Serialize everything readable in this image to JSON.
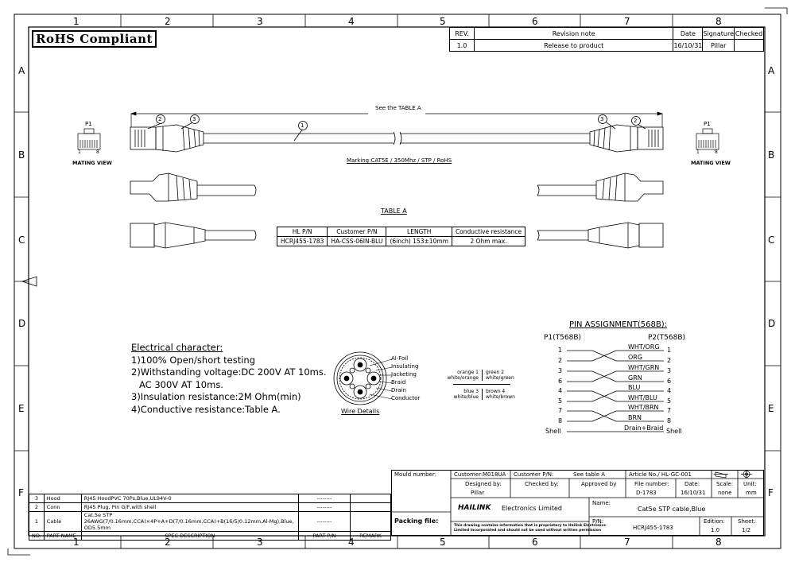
{
  "grid": {
    "columns": [
      "1",
      "2",
      "3",
      "4",
      "5",
      "6",
      "7",
      "8"
    ],
    "rows": [
      "A",
      "B",
      "C",
      "D",
      "E",
      "F"
    ]
  },
  "rohs": "RoHS Compliant",
  "revision": {
    "headers": [
      "REV.",
      "Revision note",
      "Date",
      "Signature",
      "Checked"
    ],
    "row": [
      "1.0",
      "Release to product",
      "16/10/31",
      "Pillar",
      ""
    ]
  },
  "drawing": {
    "see_table": "See the TABLE A",
    "p1_label": "P1",
    "mating_view": "MATING VIEW",
    "pin1": "1",
    "pin8": "8",
    "balloons": [
      "1",
      "2",
      "3"
    ],
    "marking": "Marking:CAT5E / 350Mhz / STP / RoHS"
  },
  "table_a": {
    "title": "TABLE A",
    "headers": [
      "HL P/N",
      "Customer P/N",
      "LENGTH",
      "Conductive resistance"
    ],
    "row": [
      "HCRJ455-1783",
      "HA-CSS-06IN-BLU",
      "(6inch) 153±10mm",
      "2 Ohm max."
    ]
  },
  "electrical": {
    "title": "Electrical character:",
    "lines": [
      "1)100% Open/short testing",
      "2)Withstanding voltage:DC 200V AT 10ms.",
      "AC 300V AT 10ms.",
      "3)Insulation resistance:2M Ohm(min)",
      "4)Conductive resistance:Table A."
    ]
  },
  "wire": {
    "caption": "Wire Details",
    "labels": [
      "Al-Foil",
      "Insulating",
      "Jacketing",
      "Braid",
      "Drain",
      "Conductor"
    ],
    "pairs": [
      [
        "orange 1",
        "white/orange",
        "green 2",
        "white/green"
      ],
      [
        "blue 3",
        "white/blue",
        "brown 4",
        "white/brown"
      ]
    ]
  },
  "pins": {
    "title": "PIN ASSIGNMENT(568B):",
    "p1": "P1(T568B)",
    "p2": "P2(T568B)",
    "left": [
      "1",
      "2",
      "3",
      "6",
      "4",
      "5",
      "7",
      "8",
      "Shell"
    ],
    "right": [
      "1",
      "2",
      "3",
      "6",
      "4",
      "5",
      "7",
      "8",
      "Shell"
    ],
    "wires": [
      "WHT/ORG",
      "ORG",
      "WHT/GRN",
      "GRN",
      "BLU",
      "WHT/BLU",
      "WHT/BRN",
      "BRN",
      "Drain+Braid"
    ]
  },
  "parts": {
    "headers": [
      "NO.",
      "PART NAME",
      "SPEC DESCRIPTION",
      "PART P/N",
      "REMARK"
    ],
    "rows": [
      [
        "3",
        "Hood",
        "RJ45 HoodPVC 70Ps,Blue,UL94V-0",
        "--------",
        ""
      ],
      [
        "2",
        "Conn",
        "RJ45 Plug, Pin G/F,with shell",
        "--------",
        ""
      ],
      [
        "1",
        "Cable",
        "Cat.5e STP 26AWG(7/0.16mm,CCA)×4P+A+D(7/0.16mm,CCA)+B(16/5/0.12mm,Al-Mg),Blue, OD5.5mm",
        "--------",
        ""
      ]
    ]
  },
  "title_block": {
    "mould_label": "Mould number:",
    "customer_label": "Customer:",
    "customer": "M018UA",
    "customer_pn_label": "Customer P/N:",
    "customer_pn": "See table A",
    "article": "Article No./ HL-GC-001",
    "designed_label": "Designed by:",
    "designed": "Pillar",
    "checked_label": "Checked by:",
    "approved_label": "Approved by",
    "file_label": "File number:",
    "file": "D-1783",
    "date_label": "Date:",
    "date": "16/10/31",
    "scale_label": "Scale:",
    "scale": "none",
    "unit_label": "Unit:",
    "unit": "mm",
    "company_logo": "HAILINK",
    "company": "Electronics Limited",
    "name_label": "Name:",
    "name": "Cat5e STP cable,Blue",
    "packing_label": "Packing file:",
    "disclaimer1": "This drawing contains information that is proprietary to Hailink Electronics",
    "disclaimer2": "Limited incorporated and should not be used without written permission",
    "pn_label": "P/N:",
    "pn": "HCRJ455-1783",
    "edition_label": "Edition:",
    "edition": "1.0",
    "sheet_label": "Sheet:",
    "sheet": "1/2"
  }
}
